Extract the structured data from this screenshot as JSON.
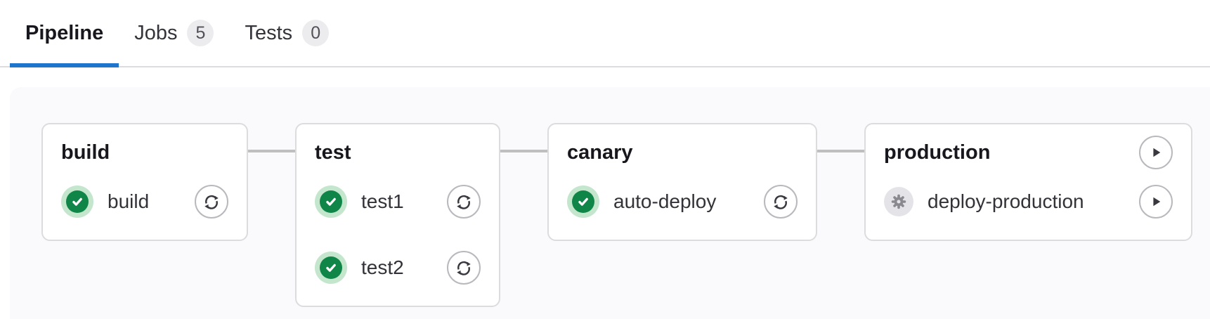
{
  "tabs": {
    "items": [
      {
        "label": "Pipeline",
        "active": true
      },
      {
        "label": "Jobs",
        "badge": "5",
        "active": false
      },
      {
        "label": "Tests",
        "badge": "0",
        "active": false
      }
    ]
  },
  "colors": {
    "active_tab_underline": "#1f75cb",
    "tab_border": "#dcdcde",
    "badge_bg": "#ececef",
    "panel_bg": "#fafafc",
    "card_bg": "#ffffff",
    "card_border": "#dcdcde",
    "connector": "#bfbfbf",
    "success_green": "#108548",
    "success_ring": "#c3e6cd",
    "manual_icon_bg": "#e4e3e8",
    "manual_icon_fg": "#8a8990",
    "action_glyph": "#3a383f"
  },
  "icons": {
    "status_success": "green-circle-white-check",
    "status_manual": "gray-circle-gear",
    "retry": "circular-refresh-arrows",
    "play": "right-pointing-triangle-in-circle"
  },
  "pipeline_graph": {
    "stages": [
      {
        "name": "build",
        "jobs": [
          {
            "name": "build",
            "status": "success",
            "action": "retry"
          }
        ]
      },
      {
        "name": "test",
        "jobs": [
          {
            "name": "test1",
            "status": "success",
            "action": "retry"
          },
          {
            "name": "test2",
            "status": "success",
            "action": "retry"
          }
        ]
      },
      {
        "name": "canary",
        "jobs": [
          {
            "name": "auto-deploy",
            "status": "success",
            "action": "retry"
          }
        ]
      },
      {
        "name": "production",
        "stage_action": "play",
        "jobs": [
          {
            "name": "deploy-production",
            "status": "manual",
            "action": "play"
          }
        ]
      }
    ]
  }
}
